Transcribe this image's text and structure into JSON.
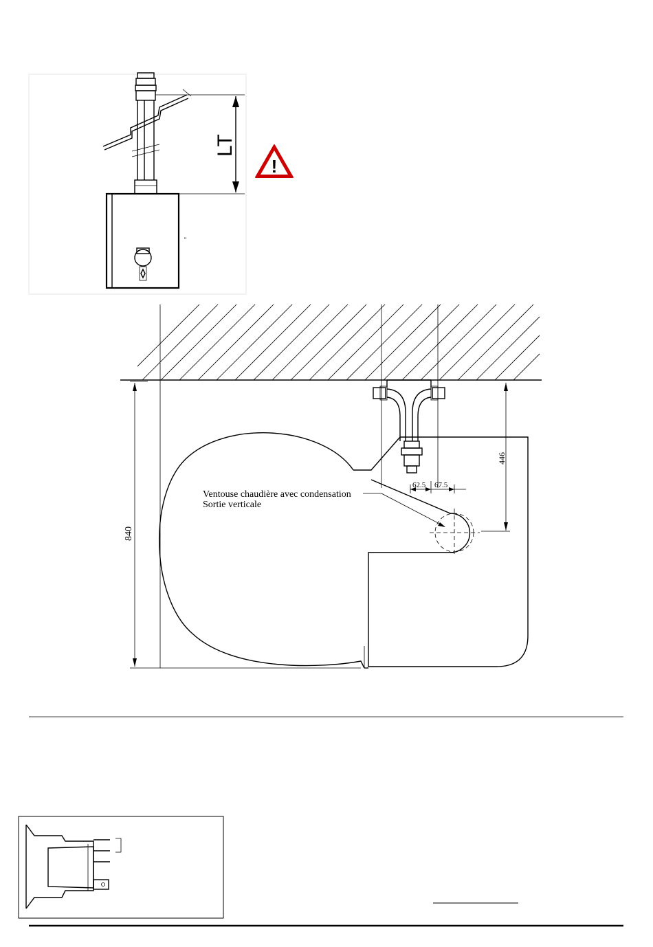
{
  "top_figure": {
    "dimension_label": "LT",
    "warning_symbol": "!",
    "small_mark": "\""
  },
  "plan_figure": {
    "dim_height": "840",
    "dim_offset": "446",
    "dim_a": "62.5",
    "dim_b": "67.5",
    "callout_line1": "Ventouse chaudière avec condensation",
    "callout_line2": "Sortie verticale"
  },
  "colors": {
    "line": "#000000",
    "warning_fill": "#cc0000",
    "frame": "#cccccc"
  }
}
